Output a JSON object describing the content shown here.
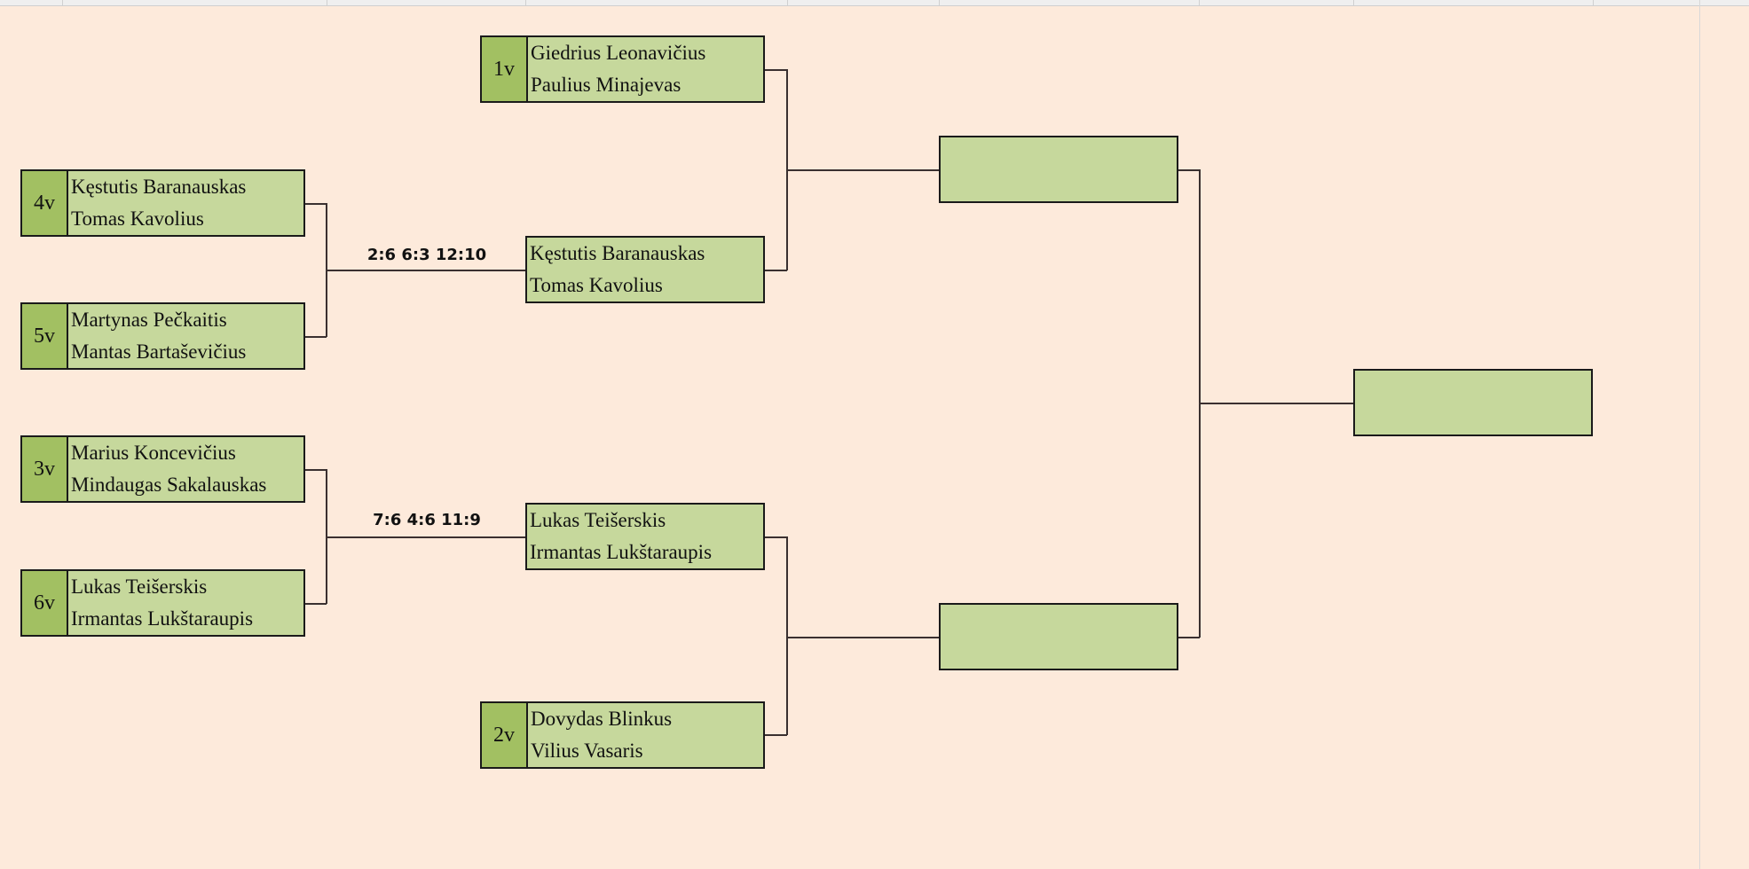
{
  "colors": {
    "background": "#fdeadb",
    "box_fill": "#c6d89c",
    "seed_fill": "#a2c062"
  },
  "round1": [
    {
      "seed": "4v",
      "players": [
        "Kęstutis Baranauskas",
        "Tomas Kavolius"
      ]
    },
    {
      "seed": "5v",
      "players": [
        "Martynas Pečkaitis",
        "Mantas Bartaševičius"
      ]
    },
    {
      "seed": "3v",
      "players": [
        "Marius Koncevičius",
        "Mindaugas Sakalauskas"
      ]
    },
    {
      "seed": "6v",
      "players": [
        "Lukas Teišerskis",
        "Irmantas Lukštaraupis"
      ]
    }
  ],
  "scores": [
    "2:6 6:3 12:10",
    "7:6 4:6 11:9"
  ],
  "quarterfinals": [
    {
      "seed": "1v",
      "players": [
        "Giedrius Leonavičius",
        "Paulius Minajevas"
      ]
    },
    {
      "seed": "",
      "players": [
        "Kęstutis Baranauskas",
        "Tomas Kavolius"
      ]
    },
    {
      "seed": "",
      "players": [
        "Lukas Teišerskis",
        "Irmantas Lukštaraupis"
      ]
    },
    {
      "seed": "2v",
      "players": [
        "Dovydas Blinkus",
        "Vilius Vasaris"
      ]
    }
  ]
}
